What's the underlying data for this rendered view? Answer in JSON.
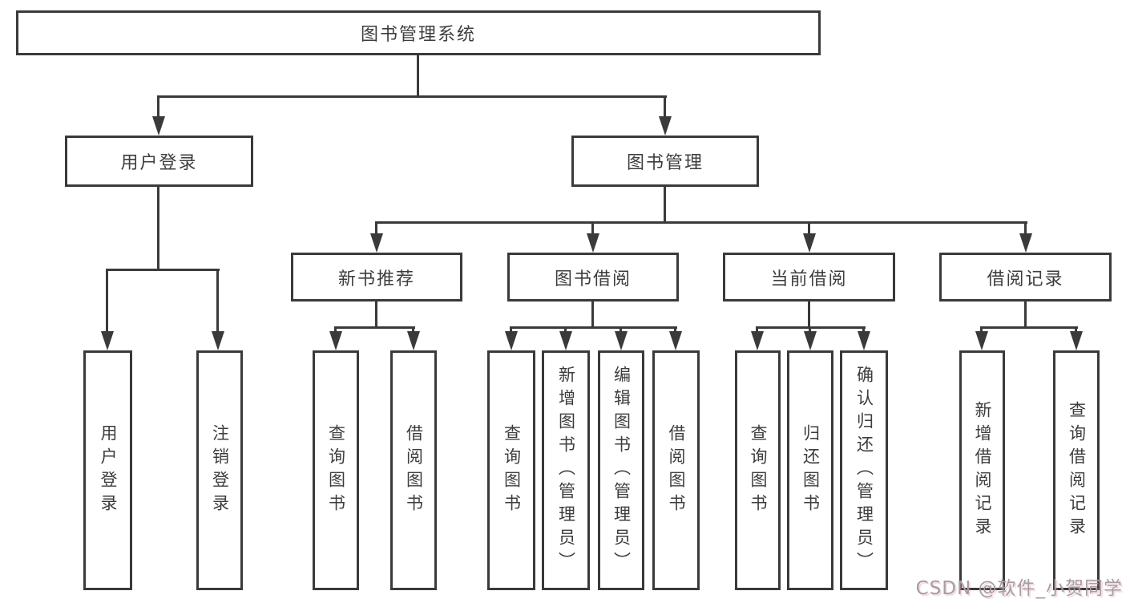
{
  "tree": {
    "root": {
      "label": "图书管理系统"
    },
    "level2": [
      {
        "label": "用户登录",
        "children": [
          {
            "label": "用户登录"
          },
          {
            "label": "注销登录"
          }
        ]
      },
      {
        "label": "图书管理",
        "children": [
          {
            "label": "新书推荐",
            "children": [
              {
                "label": "查询图书"
              },
              {
                "label": "借阅图书"
              }
            ]
          },
          {
            "label": "图书借阅",
            "children": [
              {
                "label": "查询图书"
              },
              {
                "label": "新增图书（管理员）"
              },
              {
                "label": "编辑图书（管理员）"
              },
              {
                "label": "借阅图书"
              }
            ]
          },
          {
            "label": "当前借阅",
            "children": [
              {
                "label": "查询图书"
              },
              {
                "label": "归还图书"
              },
              {
                "label": "确认归还（管理员）"
              }
            ]
          },
          {
            "label": "借阅记录",
            "children": [
              {
                "label": "新增借阅记录"
              },
              {
                "label": "查询借阅记录"
              }
            ]
          }
        ]
      }
    ]
  },
  "watermark": {
    "text": "CSDN @软件_小贺同学"
  },
  "colors": {
    "line": "#3a3a3a",
    "border": "#3a3a3a",
    "box_fill": "#ffffff",
    "background": "#ffffff",
    "text": "#3d3d3d",
    "watermark": "#a0a0a0"
  }
}
